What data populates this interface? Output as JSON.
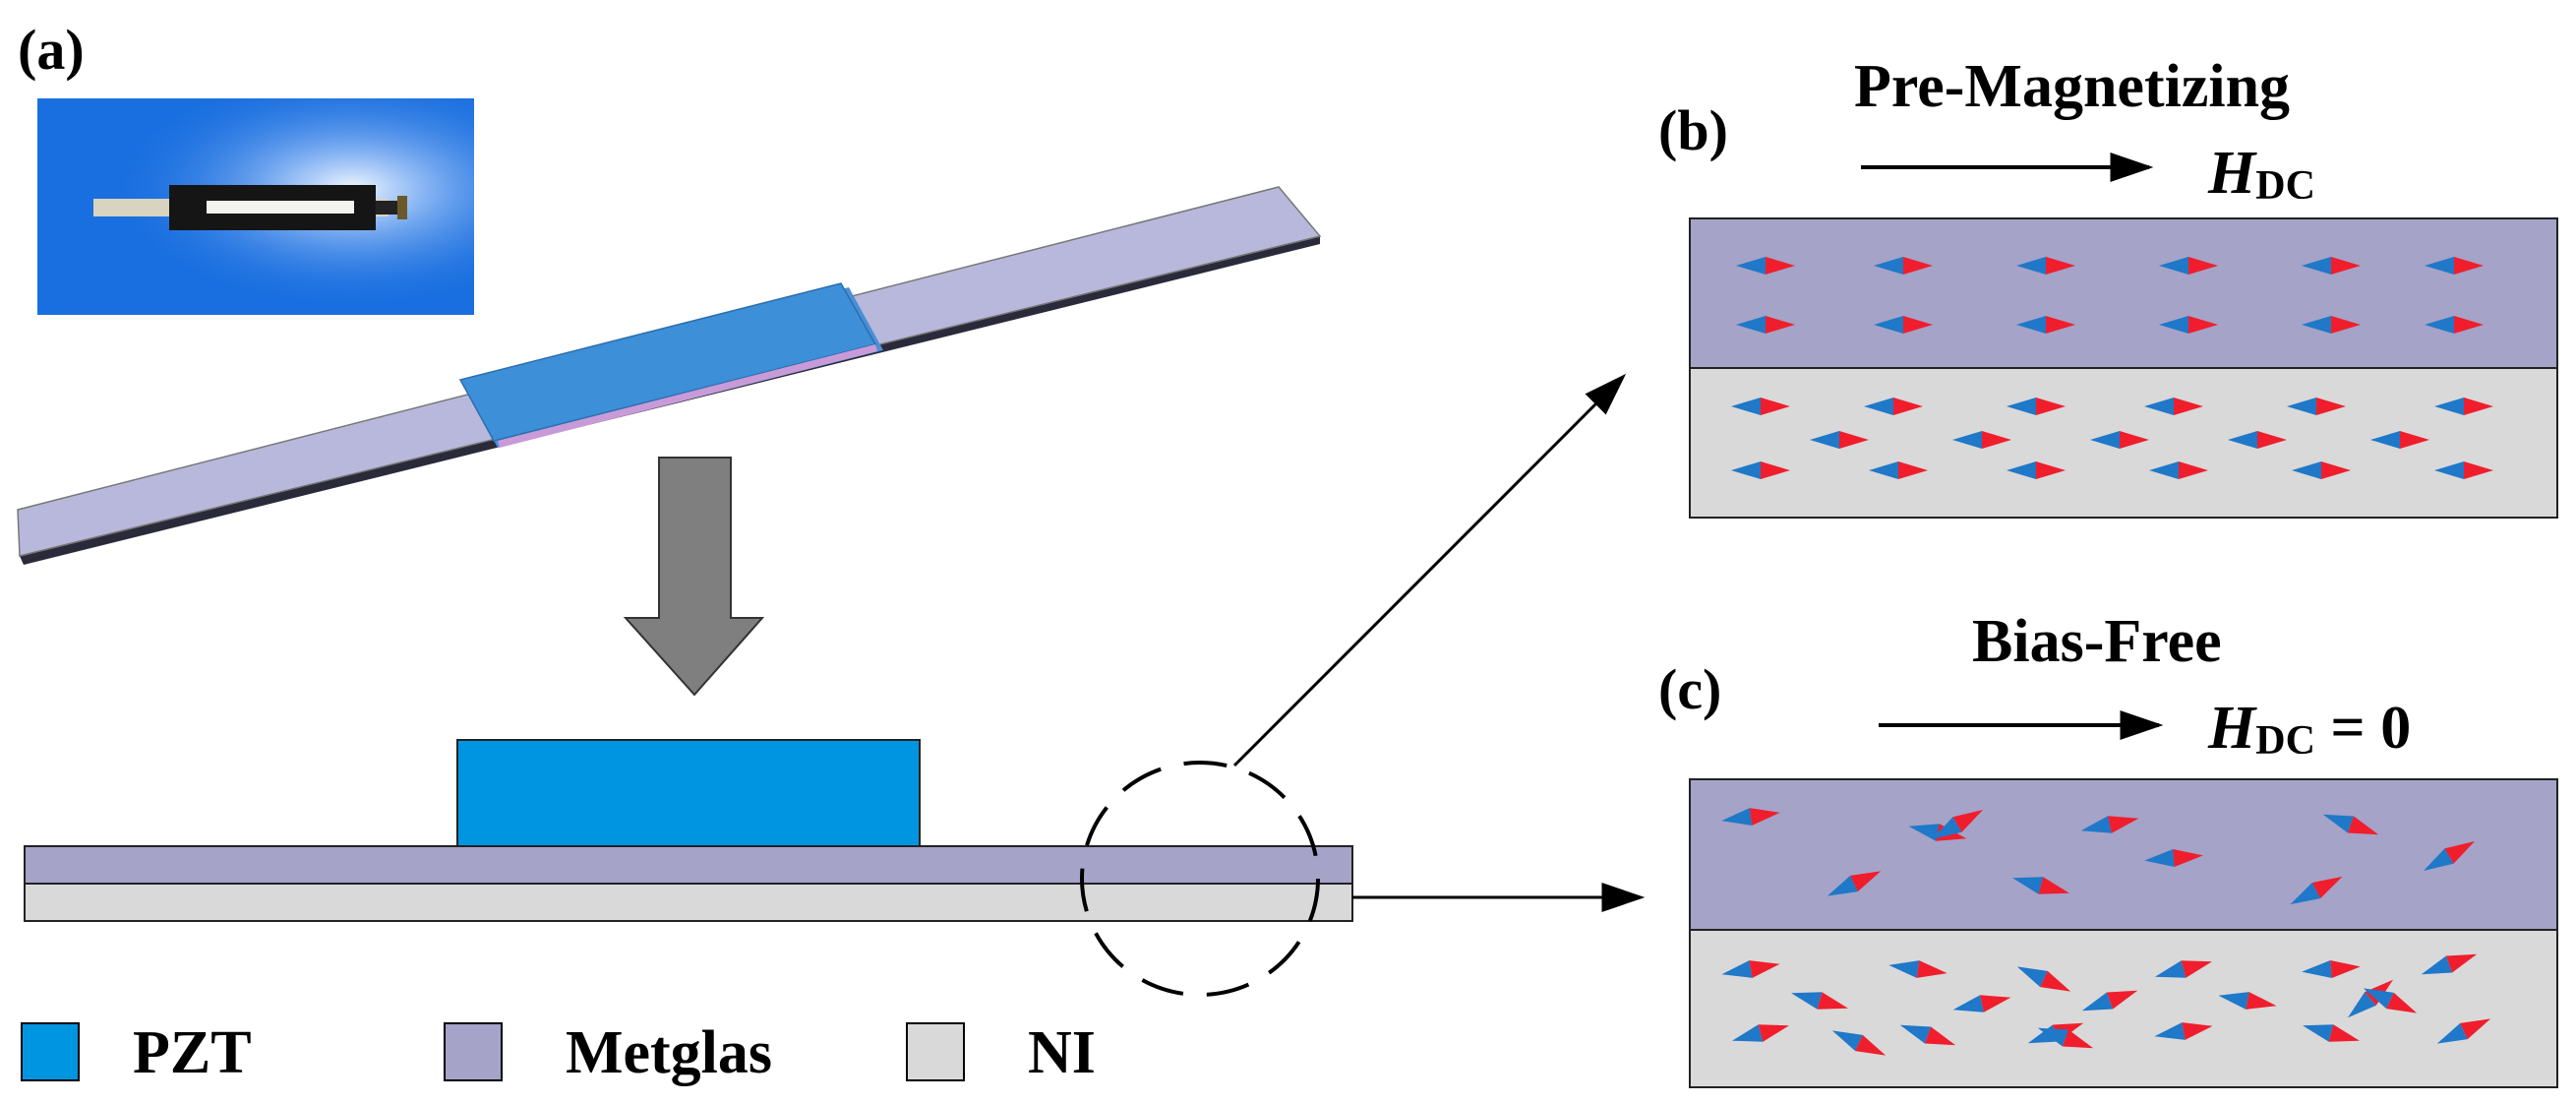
{
  "panels": {
    "a_label": "(a)",
    "b_label": "(b)",
    "c_label": "(c)"
  },
  "panel_b": {
    "title": "Pre-Magnetizing",
    "field_symbol": "H",
    "field_subscript": "DC",
    "field_suffix": ""
  },
  "panel_c": {
    "title": "Bias-Free",
    "field_symbol": "H",
    "field_subscript": "DC",
    "field_suffix": " = 0"
  },
  "legend": [
    {
      "label": "PZT",
      "color": "#0095e0"
    },
    {
      "label": "Metglas",
      "color": "#a5a3c8"
    },
    {
      "label": "NI",
      "color": "#d9d9d9"
    }
  ],
  "colors": {
    "pzt": "#0095e0",
    "metglas": "#a5a3c8",
    "ni": "#d9d9d9",
    "domain_red": "#f01e2c",
    "domain_blue": "#1f78c8",
    "down_arrow": "#7f7f7f",
    "photo_bg": "#1a6fe0"
  }
}
